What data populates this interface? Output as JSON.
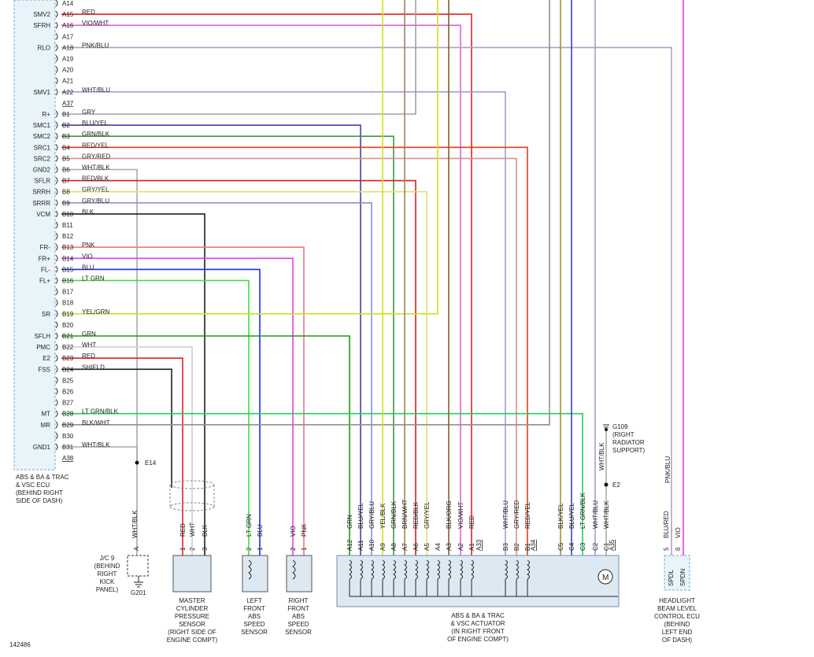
{
  "colors": {
    "RED": "#e82020",
    "VIO": "#e040e0",
    "PNK": "#f07878",
    "WHT": "#cfcfcf",
    "GRY": "#a0a0a0",
    "BLK": "#202020",
    "BLU": "#1a2fe0",
    "GRN": "#1a9a1a",
    "LTGRN": "#38e038",
    "YEL": "#e0e000",
    "BRN": "#8a6a2a",
    "ORG": "#f0a020",
    "SHIELD": "#202020",
    "BLUYEL": "#4040b0",
    "GRNBLK": "#3a9a3a",
    "REDYEL": "#e04010",
    "GRYRED": "#d89090",
    "WHTBLK": "#aaaaaa",
    "REDBLK": "#d02020",
    "GRYYEL": "#e0e070",
    "GRYBLU": "#9090d0",
    "YELGRN": "#d0e020",
    "LTGRNBLK": "#20d060",
    "BLKWHT": "#909090",
    "WHTBLU": "#a0a0d0",
    "PNKBLU": "#b0a0c0",
    "VIOWHT": "#e060e0",
    "BRNWHT": "#a08060",
    "BLKYEL": "#a09030",
    "BLKORG": "#806030",
    "BLURED": "#9050a0"
  },
  "ecu": {
    "name_lines": [
      "ABS & BA & TRAC",
      "& VSC ECU",
      "(BEHIND RIGHT",
      "SIDE OF DASH)"
    ],
    "pins": [
      {
        "pin": "A14",
        "label": "",
        "wire": ""
      },
      {
        "pin": "A15",
        "label": "SMV2",
        "wire": "RED",
        "color": "RED"
      },
      {
        "pin": "A16",
        "label": "SFRH",
        "wire": "VIO/WHT",
        "color": "VIOWHT"
      },
      {
        "pin": "A17",
        "label": "",
        "wire": ""
      },
      {
        "pin": "A18",
        "label": "RLO",
        "wire": "PNK/BLU",
        "color": "PNKBLU"
      },
      {
        "pin": "A19",
        "label": "",
        "wire": ""
      },
      {
        "pin": "A20",
        "label": "",
        "wire": ""
      },
      {
        "pin": "A21",
        "label": "",
        "wire": ""
      },
      {
        "pin": "A22",
        "label": "SMV1",
        "wire": "WHT/BLU",
        "color": "WHTBLU"
      },
      {
        "pin": "A37",
        "label": "",
        "wire": "",
        "connector": true
      },
      {
        "pin": "B1",
        "label": "R+",
        "wire": "GRY",
        "color": "GRY"
      },
      {
        "pin": "B2",
        "label": "SMC1",
        "wire": "BLU/YEL",
        "color": "BLUYEL"
      },
      {
        "pin": "B3",
        "label": "SMC2",
        "wire": "GRN/BLK",
        "color": "GRNBLK"
      },
      {
        "pin": "B4",
        "label": "SRC1",
        "wire": "RED/YEL",
        "color": "REDYEL"
      },
      {
        "pin": "B5",
        "label": "SRC2",
        "wire": "GRY/RED",
        "color": "GRYRED"
      },
      {
        "pin": "B6",
        "label": "GND2",
        "wire": "WHT/BLK",
        "color": "WHTBLK"
      },
      {
        "pin": "B7",
        "label": "SFLR",
        "wire": "RED/BLK",
        "color": "REDBLK"
      },
      {
        "pin": "B8",
        "label": "SRRH",
        "wire": "GRY/YEL",
        "color": "GRYYEL"
      },
      {
        "pin": "B9",
        "label": "SRRR",
        "wire": "GRY/BLU",
        "color": "GRYBLU"
      },
      {
        "pin": "B10",
        "label": "VCM",
        "wire": "BLK",
        "color": "BLK"
      },
      {
        "pin": "B11",
        "label": "",
        "wire": ""
      },
      {
        "pin": "B12",
        "label": "",
        "wire": ""
      },
      {
        "pin": "B13",
        "label": "FR-",
        "wire": "PNK",
        "color": "PNK"
      },
      {
        "pin": "B14",
        "label": "FR+",
        "wire": "VIO",
        "color": "VIO"
      },
      {
        "pin": "B15",
        "label": "FL-",
        "wire": "BLU",
        "color": "BLU"
      },
      {
        "pin": "B16",
        "label": "FL+",
        "wire": "LT GRN",
        "color": "LTGRN"
      },
      {
        "pin": "B17",
        "label": "",
        "wire": ""
      },
      {
        "pin": "B18",
        "label": "",
        "wire": ""
      },
      {
        "pin": "B19",
        "label": "SR",
        "wire": "YEL/GRN",
        "color": "YELGRN"
      },
      {
        "pin": "B20",
        "label": "",
        "wire": ""
      },
      {
        "pin": "B21",
        "label": "SFLH",
        "wire": "GRN",
        "color": "GRN"
      },
      {
        "pin": "B22",
        "label": "PMC",
        "wire": "WHT",
        "color": "WHT"
      },
      {
        "pin": "B23",
        "label": "E2",
        "wire": "RED",
        "color": "RED"
      },
      {
        "pin": "B24",
        "label": "FSS",
        "wire": "SHIELD",
        "color": "SHIELD"
      },
      {
        "pin": "B25",
        "label": "",
        "wire": ""
      },
      {
        "pin": "B26",
        "label": "",
        "wire": ""
      },
      {
        "pin": "B27",
        "label": "",
        "wire": ""
      },
      {
        "pin": "B28",
        "label": "MT",
        "wire": "LT GRN/BLK",
        "color": "LTGRNBLK"
      },
      {
        "pin": "B29",
        "label": "MR",
        "wire": "BLK/WHT",
        "color": "BLKWHT"
      },
      {
        "pin": "B30",
        "label": "",
        "wire": ""
      },
      {
        "pin": "B31",
        "label": "GND1",
        "wire": "WHT/BLK",
        "color": "WHTBLK"
      },
      {
        "pin": "A38",
        "label": "",
        "wire": "",
        "connector": true
      }
    ]
  },
  "actuator": {
    "name_lines": [
      "ABS & BA & TRAC",
      "& VSC ACTUATOR",
      "(IN RIGHT FRONT",
      "OF ENGINE COMPT)"
    ],
    "terminals": [
      {
        "pin": "A12",
        "wire": "GRN"
      },
      {
        "pin": "A11",
        "wire": "BLU/YEL"
      },
      {
        "pin": "A10",
        "wire": "GRY/BLU"
      },
      {
        "pin": "A9",
        "wire": "YEL/BLK"
      },
      {
        "pin": "A8",
        "wire": "GRN/BLK"
      },
      {
        "pin": "A7",
        "wire": "BRN/WHT"
      },
      {
        "pin": "A6",
        "wire": "RED/BLK"
      },
      {
        "pin": "A5",
        "wire": "GRY/YEL"
      },
      {
        "pin": "A4",
        "wire": ""
      },
      {
        "pin": "A3",
        "wire": "BLK/ORG"
      },
      {
        "pin": "A2",
        "wire": "VIO/WHT"
      },
      {
        "pin": "A1",
        "wire": "RED"
      },
      {
        "pin": "A33",
        "wire": "",
        "connector": true
      },
      {
        "pin": "B3",
        "wire": "WHT/BLU"
      },
      {
        "pin": "B2",
        "wire": "GRY/RED"
      },
      {
        "pin": "B1",
        "wire": "RED/YEL"
      },
      {
        "pin": "A34",
        "wire": "",
        "connector": true
      },
      {
        "pin": "C5",
        "wire": "BLK/YEL"
      },
      {
        "pin": "C4",
        "wire": "BLU/YEL"
      },
      {
        "pin": "C3",
        "wire": "LT GRN/BLK"
      },
      {
        "pin": "C2",
        "wire": "WHT/BLU"
      },
      {
        "pin": "C1",
        "wire": "WHT/BLK"
      },
      {
        "pin": "A35",
        "wire": "",
        "connector": true
      }
    ],
    "motor_symbol": "M"
  },
  "master_cyl": {
    "name_lines": [
      "MASTER",
      "CYLINDER",
      "PRESSURE",
      "SENSOR",
      "(RIGHT SIDE OF",
      "ENGINE COMPT)"
    ],
    "terminals": [
      {
        "pin": "1",
        "wire": "RED"
      },
      {
        "pin": "2",
        "wire": "WHT"
      },
      {
        "pin": "3",
        "wire": "BLK"
      }
    ]
  },
  "left_speed": {
    "name_lines": [
      "LEFT",
      "FRONT",
      "ABS",
      "SPEED",
      "SENSOR"
    ],
    "terminals": [
      {
        "pin": "2",
        "wire": "LT GRN"
      },
      {
        "pin": "1",
        "wire": "BLU"
      }
    ]
  },
  "right_speed": {
    "name_lines": [
      "RIGHT",
      "FRONT",
      "ABS",
      "SPEED",
      "SENSOR"
    ],
    "terminals": [
      {
        "pin": "2",
        "wire": "VIO"
      },
      {
        "pin": "1",
        "wire": "PNK"
      }
    ]
  },
  "jc9": {
    "name_lines": [
      "J/C 9",
      "(BEHIND",
      "RIGHT",
      "KICK",
      "PANEL)"
    ],
    "pin": "A",
    "wire": "WHT/BLK",
    "ground": "G201"
  },
  "e14": {
    "label": "E14"
  },
  "g109": {
    "name_lines": [
      "G109",
      "(RIGHT",
      "RADIATOR",
      "SUPPORT)"
    ],
    "wire": "WHT/BLK",
    "splice": "E2"
  },
  "headlight": {
    "name_lines": [
      "HEADLIGHT",
      "BEAM LEVEL",
      "CONTROL ECU",
      "(BEHIND",
      "LEFT END",
      "OF DASH)"
    ],
    "terminals": [
      {
        "pin": "5",
        "wire": "BLU/RED",
        "name": "SPDL"
      },
      {
        "pin": "6",
        "wire": "VIO",
        "name": "SPDN"
      }
    ],
    "upper_wire": "PNK/BLU"
  },
  "figure_id": "142486"
}
